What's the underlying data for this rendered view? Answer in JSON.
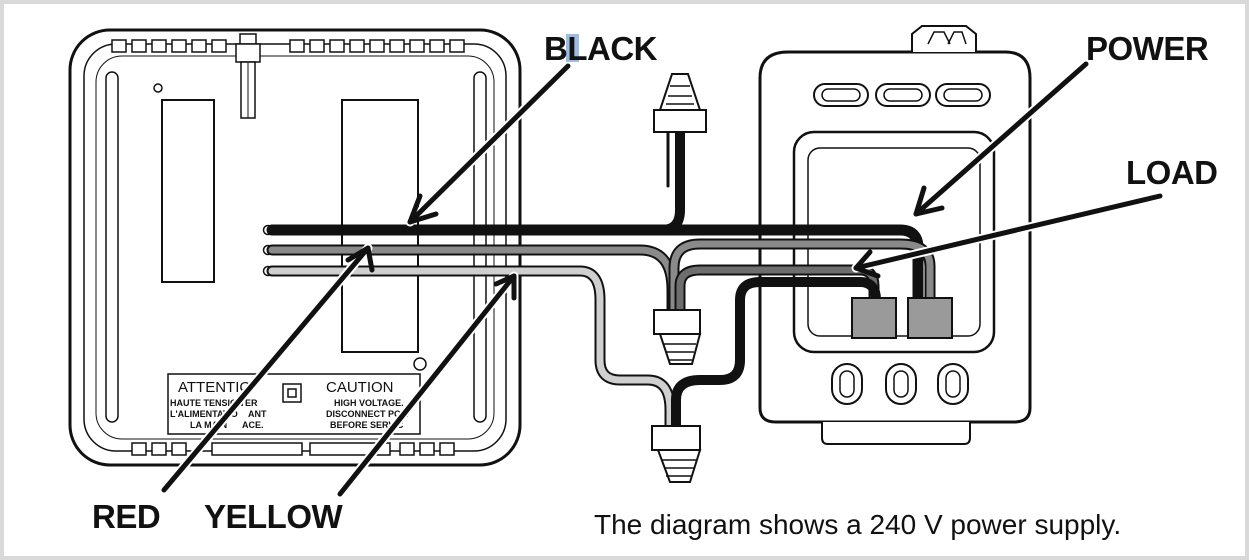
{
  "labels": {
    "black": "BLACK",
    "power": "POWER",
    "load": "LOAD",
    "red": "RED",
    "yellow": "YELLOW"
  },
  "warning_label": {
    "attention_title": "ATTENTIC",
    "attention_line1": "HAUTE TENSION",
    "attention_line1b": "ER",
    "attention_line2": "L'ALIMENTATIO",
    "attention_line2b": "ANT",
    "attention_line3": "LA MAIN",
    "attention_line3b": "ACE.",
    "caution_title": "CAUTION",
    "caution_line1": "HIGH VOLTAGE.",
    "caution_line2": "DISCONNECT POW",
    "caution_line3": "BEFORE SERVIC"
  },
  "caption": "The diagram shows a 240 V power supply.",
  "colors": {
    "black_wire": "#111111",
    "red_wire": "#7a7a7a",
    "yellow_wire": "#c8c8c8",
    "line_wire": "#111111",
    "load_wire": "#6e6e6e",
    "highlight": "#5b8fd0",
    "frame": "#d9d9d9"
  }
}
